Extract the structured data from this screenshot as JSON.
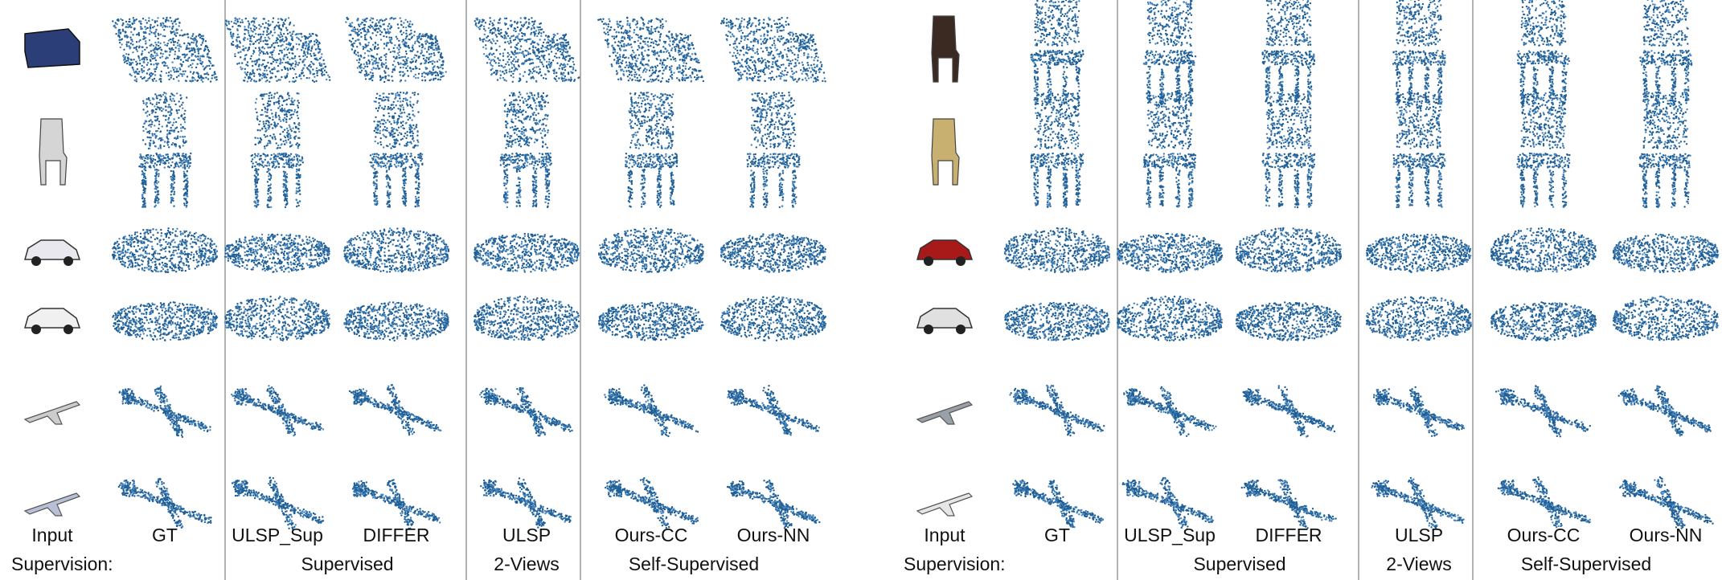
{
  "columns": [
    "Input",
    "GT",
    "ULSP_Sup",
    "DIFFER",
    "ULSP",
    "Ours-CC",
    "Ours-NN"
  ],
  "supervision_label": "Supervision:",
  "groups": [
    "Supervised",
    "2-Views",
    "Self-Supervised"
  ],
  "panels": [
    {
      "rows": [
        {
          "category": "sofa",
          "input_color": "#2c3e78"
        },
        {
          "category": "chair",
          "input_color": "#d5d5d5"
        },
        {
          "category": "car",
          "input_color": "#e8e8ee"
        },
        {
          "category": "car",
          "input_color": "#f0f0f0"
        },
        {
          "category": "airplane",
          "input_color": "#cccccc"
        },
        {
          "category": "airplane",
          "input_color": "#b8c0d8"
        }
      ]
    },
    {
      "rows": [
        {
          "category": "chair",
          "input_color": "#3a2a22"
        },
        {
          "category": "chair",
          "input_color": "#c8b070"
        },
        {
          "category": "car",
          "input_color": "#a81a1a"
        },
        {
          "category": "car",
          "input_color": "#e0e0e0"
        },
        {
          "category": "airplane",
          "input_color": "#9aa0a8"
        },
        {
          "category": "airplane",
          "input_color": "#e6e6e6"
        }
      ]
    }
  ],
  "colors": {
    "points": "#1f5f96",
    "points_light": "#4a86bd",
    "divider": "#666666"
  }
}
